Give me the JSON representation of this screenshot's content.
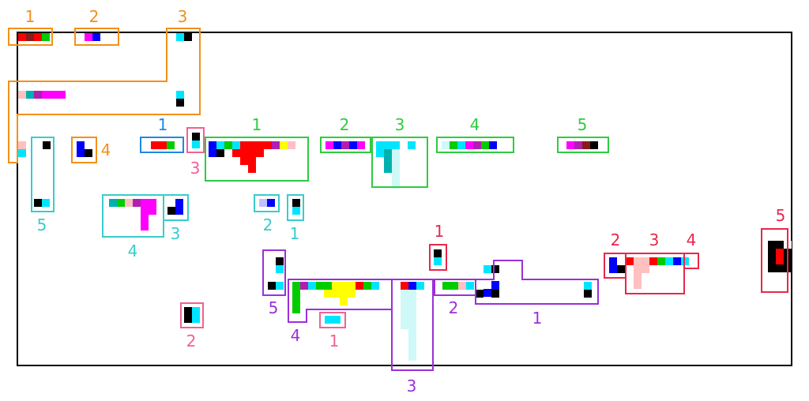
{
  "colors": {
    "frame": "#000000",
    "orange": "#f39019",
    "green": "#2ecc40",
    "teal": "#39cccc",
    "blue": "#1e88e5",
    "pink": "#f06292",
    "purple": "#9b30d9",
    "red": "#e8274b",
    "cell_black": "#000000",
    "cell_blue": "#0000ff",
    "cell_red": "#ff0000",
    "cell_green": "#00cc00",
    "cell_yellow": "#ffff00",
    "cell_cyan": "#00e5ff",
    "cell_lightcyan": "#cff8f8",
    "cell_magenta": "#ff00ff",
    "cell_purple": "#b01fb0",
    "cell_pink": "#ffc0c0",
    "cell_maroon": "#8b1a1a",
    "cell_teal": "#00b0b0",
    "cell_lavender": "#c0c0ff",
    "cell_white": "#ffffff"
  },
  "groups": [
    {
      "color": "orange",
      "labels": [
        "1",
        "2",
        "3",
        "4"
      ]
    },
    {
      "color": "green",
      "labels": [
        "1",
        "2",
        "3",
        "4",
        "5"
      ]
    },
    {
      "color": "teal",
      "labels": [
        "1",
        "2",
        "3",
        "4",
        "5"
      ]
    },
    {
      "color": "blue",
      "labels": [
        "1"
      ]
    },
    {
      "color": "pink",
      "labels": [
        "1",
        "2",
        "3"
      ]
    },
    {
      "color": "purple",
      "labels": [
        "1",
        "2",
        "3",
        "4",
        "5"
      ]
    },
    {
      "color": "red",
      "labels": [
        "1",
        "2",
        "3",
        "4",
        "5"
      ]
    }
  ]
}
